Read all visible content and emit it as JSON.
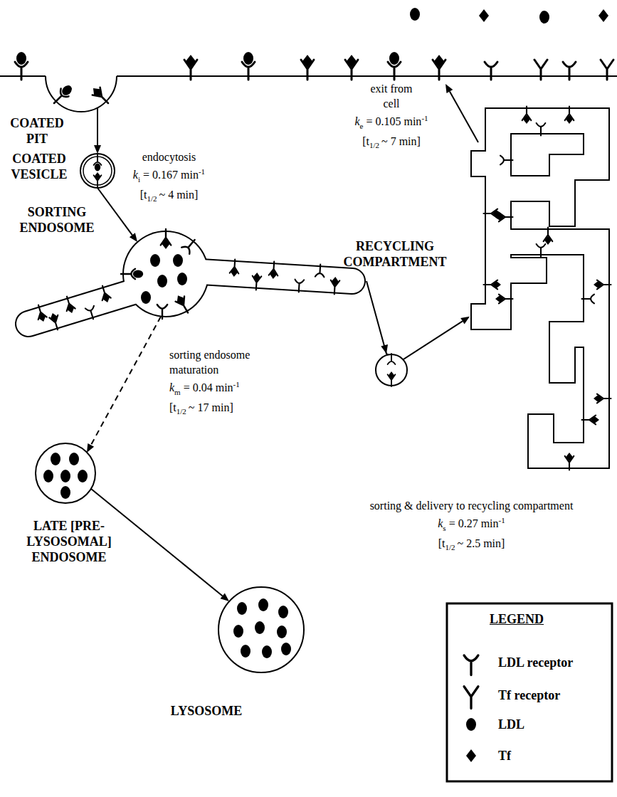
{
  "diagram": {
    "nodes": [
      {
        "text": [
          "COATED PIT"
        ]
      },
      {
        "text": [
          "COATED VESICLE"
        ]
      },
      {
        "text": [
          "SORTING ENDOSOME"
        ]
      },
      {
        "text": [
          "RECYCLING COMPARTMENT"
        ]
      },
      {
        "text": [
          "LATE [PRE-LYSOSOMAL] ENDOSOME"
        ]
      },
      {
        "text": [
          "LYSOSOME"
        ]
      }
    ],
    "edges": [
      {
        "from": 0,
        "to": 1,
        "arrow": "to"
      },
      {
        "from": 1,
        "to": 2,
        "arrow": "to"
      },
      {
        "from": 2,
        "to": 3,
        "arrow": "to"
      },
      {
        "from": 2,
        "to": 4,
        "arrow": "to"
      },
      {
        "from": 4,
        "to": 5,
        "arrow": "to"
      }
    ],
    "labels": [
      "exit from cell",
      "k",
      "e",
      "= 0.105 min",
      "-1",
      "[t",
      "1/2",
      "~ 7 min]",
      "endocytosis",
      "k",
      "i",
      "= 0.167 min",
      "-1",
      "[t",
      "1/2",
      "~ 4 min]",
      "sorting endosome maturation",
      "k",
      "m",
      "= 0.04 min",
      "-1",
      "[t",
      "1/2",
      "~ 17 min]",
      "sorting & delivery to recycling compartment",
      "k",
      "s",
      "= 0.27 min",
      "-1",
      "[t",
      "1/2",
      "~ 2.5 min]",
      "LEGEND"
    ],
    "legend": [
      {
        "text": "LDL receptor"
      },
      {
        "text": "Tf receptor"
      },
      {
        "text": "LDL"
      },
      {
        "text": "Tf"
      }
    ]
  }
}
